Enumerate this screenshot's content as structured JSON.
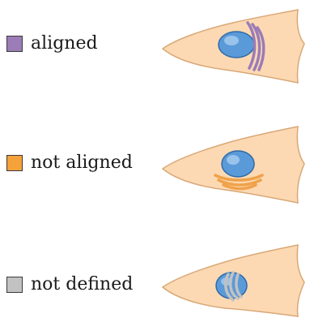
{
  "legend": [
    {
      "label": "aligned",
      "color": "#9b7cb6"
    },
    {
      "label": "not aligned",
      "color": "#f5a23a"
    },
    {
      "label": "not defined",
      "color": "#c2c2c2"
    }
  ],
  "colors": {
    "cell_fill": "#fcd9b3",
    "cell_stroke": "#d9a877",
    "nucleus_fill": "#5a9ad8",
    "nucleus_highlight": "#a9cdf0",
    "nucleus_stroke": "#2f6aa8",
    "golgi_aligned": "#9b7cb6",
    "golgi_not_aligned": "#f0a24a",
    "golgi_not_defined": "#c2c2c2"
  }
}
